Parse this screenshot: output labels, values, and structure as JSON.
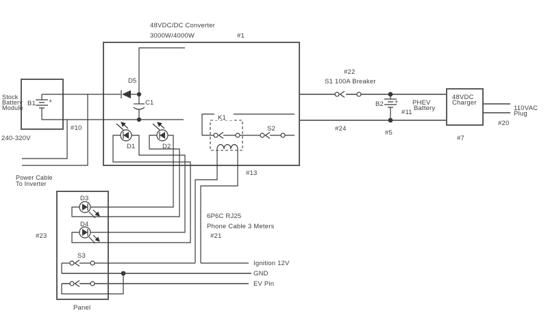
{
  "colors": {
    "wire": "#383838",
    "box": "#5a5a5a",
    "text": "#3d3d3d"
  },
  "converter": {
    "title": "48VDC/DC Converter",
    "subtitle": "3000W/4000W",
    "ref": "#1"
  },
  "d5": {
    "label": "D5"
  },
  "c1": {
    "label": "C1"
  },
  "stock_battery": {
    "line1": "Stock",
    "line2": "Battery",
    "line3": "Module",
    "designator": "B1",
    "plus": "+",
    "voltage": "240-320V"
  },
  "power_cable": {
    "ref": "#10",
    "line1": "Power Cable",
    "line2": "To Inverter"
  },
  "d1": {
    "label": "D1"
  },
  "d2": {
    "label": "D2"
  },
  "relay": {
    "label": "K1",
    "ref": "#13"
  },
  "s2": {
    "label": "S2"
  },
  "breaker": {
    "ref": "#22",
    "label": "S1 100A Breaker"
  },
  "bus": {
    "neg_ref": "#24",
    "b2_ref": "#5"
  },
  "phev_battery": {
    "designator": "B2",
    "plus": "+",
    "line1": "PHEV",
    "line2": "Battery",
    "ref": "#11"
  },
  "charger": {
    "line1": "48VDC",
    "line2": "Charger",
    "ref": "#7"
  },
  "plug": {
    "line1": "110VAC",
    "line2": "Plug",
    "ref": "#20"
  },
  "panel": {
    "ref": "#23",
    "caption": "Panel",
    "d3": "D3",
    "d4": "D4",
    "s3": "S3"
  },
  "phone_cable": {
    "line1": "6P6C RJ25",
    "line2": "Phone Cable 3 Meters",
    "ref": "#21"
  },
  "signals": {
    "ignition": "Ignition 12V",
    "gnd": "GND",
    "ev": "EV Pin"
  }
}
